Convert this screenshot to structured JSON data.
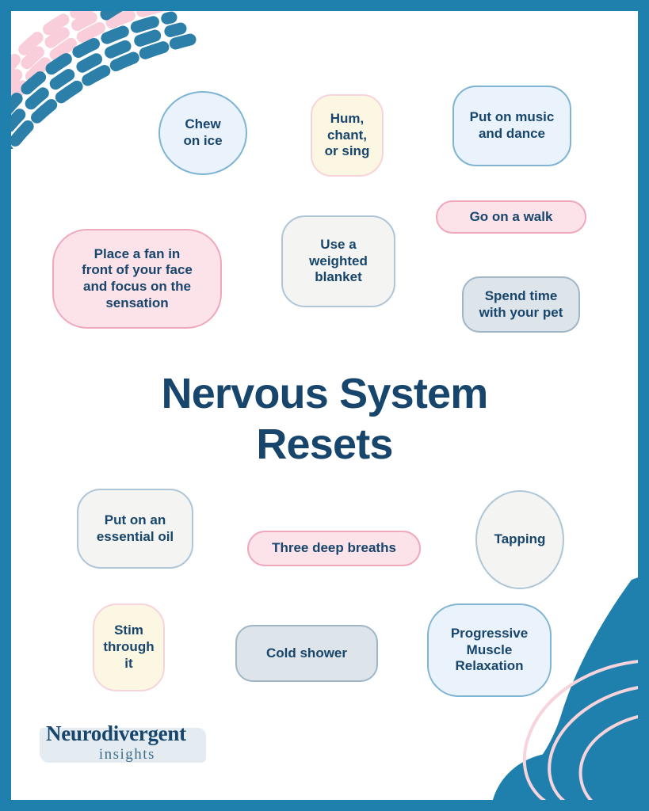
{
  "poster": {
    "title_line1": "Nervous System",
    "title_line2": "Resets",
    "frame_color": "#1F80AD",
    "text_color": "#17456B",
    "background": "#FFFFFF"
  },
  "logo": {
    "brand": "Neurodivergent",
    "tagline": "insights"
  },
  "bubbles": [
    {
      "id": "chew-on-ice",
      "text": "Chew\non ice",
      "fill": "#EAF3FB",
      "border": "#7FB4D2"
    },
    {
      "id": "hum-chant-sing",
      "text": "Hum,\nchant,\nor sing",
      "fill": "#FCF7E2",
      "border": "#F7D4DC"
    },
    {
      "id": "put-on-music",
      "text": "Put on music\nand dance",
      "fill": "#EAF3FB",
      "border": "#7FB4D2"
    },
    {
      "id": "go-on-a-walk",
      "text": "Go on a walk",
      "fill": "#FCE2E9",
      "border": "#EFA8BC"
    },
    {
      "id": "place-a-fan",
      "text": "Place a fan in\nfront of your face\nand focus on the\nsensation",
      "fill": "#FCE2E9",
      "border": "#EFA8BC"
    },
    {
      "id": "weighted-blanket",
      "text": "Use a\nweighted\nblanket",
      "fill": "#F4F4F2",
      "border": "#AEC6D8"
    },
    {
      "id": "spend-time-pet",
      "text": "Spend time\nwith your pet",
      "fill": "#DEE5EA",
      "border": "#9FB6C6"
    },
    {
      "id": "essential-oil",
      "text": "Put on an\nessential oil",
      "fill": "#F4F4F2",
      "border": "#AEC6D8"
    },
    {
      "id": "three-deep-breaths",
      "text": "Three deep breaths",
      "fill": "#FCE2E9",
      "border": "#EFA8BC"
    },
    {
      "id": "tapping",
      "text": "Tapping",
      "fill": "#F4F4F2",
      "border": "#AEC6D8"
    },
    {
      "id": "stim-through-it",
      "text": "Stim\nthrough\nit",
      "fill": "#FCF7E2",
      "border": "#F7D4DC"
    },
    {
      "id": "cold-shower",
      "text": "Cold shower",
      "fill": "#DEE5EA",
      "border": "#9FB6C6"
    },
    {
      "id": "progressive-muscle",
      "text": "Progressive\nMuscle\nRelaxation",
      "fill": "#EAF3FB",
      "border": "#7FB4D2"
    }
  ],
  "decoration": {
    "dash_pink": "#F9CEDA",
    "dash_blue": "#2B7FA8",
    "blob_blue": "#1F80AD",
    "outline_pink": "#F7D4DC"
  }
}
